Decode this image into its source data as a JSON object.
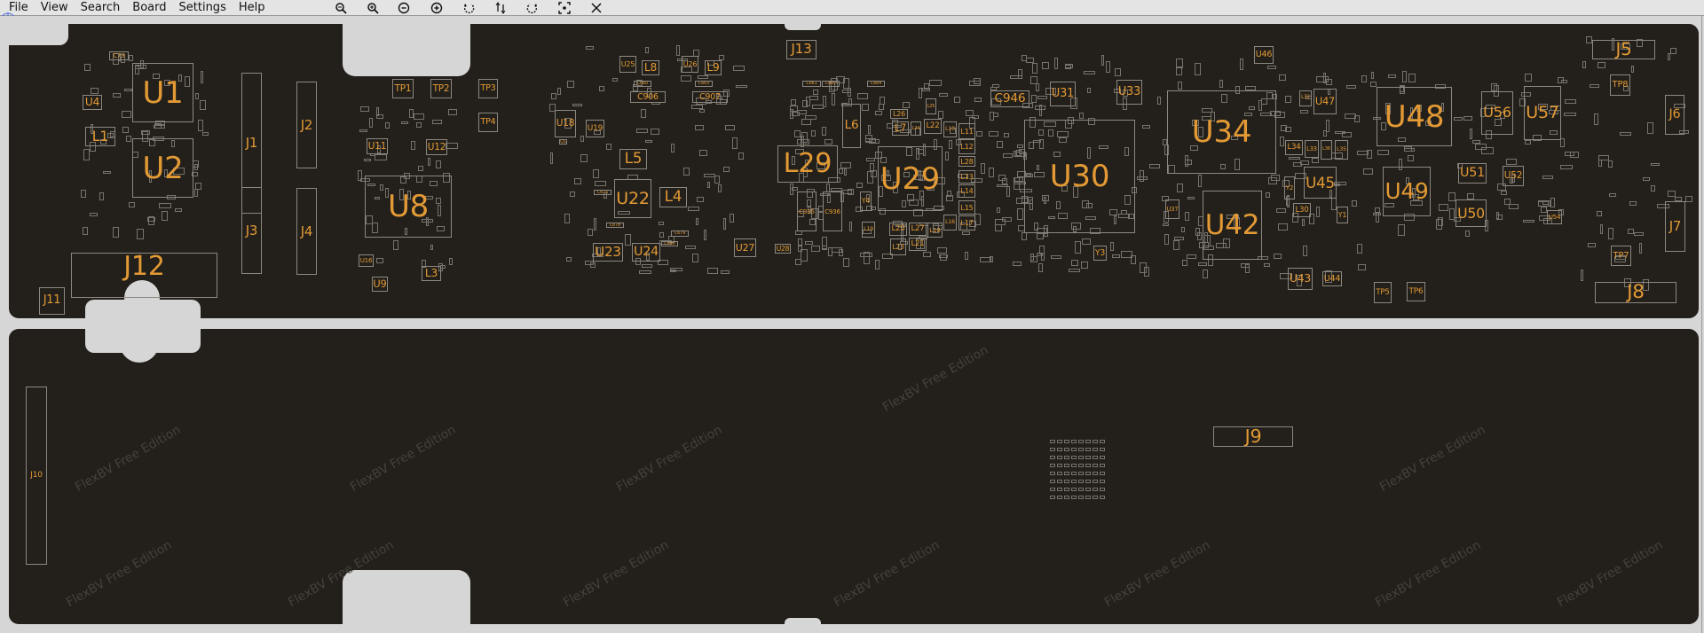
{
  "menu": [
    "File",
    "View",
    "Search",
    "Board",
    "Settings",
    "Help"
  ],
  "toolbar": [
    "zoom-out-icon",
    "zoom-in-icon",
    "zoom-minus-icon",
    "zoom-plus-icon",
    "rotate-ccw-icon",
    "flip-icon",
    "rotate-cw-icon",
    "fit-view-icon",
    "close-icon"
  ],
  "colors": {
    "board": "#23201b",
    "label": "#e39a35",
    "outline": "#8c8880",
    "background": "#d6d6d6"
  },
  "watermark": "FlexBV Free Edition",
  "components": [
    "U1",
    "U2",
    "L1",
    "U4",
    "C73",
    "J1",
    "J2",
    "J3",
    "J4",
    "J12",
    "J11",
    "TP1",
    "TP2",
    "TP3",
    "TP4",
    "U11",
    "U12",
    "U8",
    "U16",
    "U9",
    "L3",
    "J13",
    "U25",
    "L8",
    "C660",
    "C906",
    "U26",
    "L9",
    "C663",
    "C907",
    "U18",
    "U19",
    "Q1",
    "L5",
    "U22",
    "L4",
    "C675",
    "C678",
    "C679",
    "C680",
    "U23",
    "U24",
    "U27",
    "U28",
    "C661",
    "C662",
    "C664",
    "L29",
    "C935",
    "C936",
    "L6",
    "U29",
    "L26",
    "L7",
    "L24",
    "L22",
    "L25",
    "L10",
    "L11",
    "L12",
    "L28",
    "L13",
    "L14",
    "L15",
    "L16",
    "L17",
    "L19",
    "L20",
    "L27",
    "L18",
    "L23",
    "L21",
    "Y4",
    "C946",
    "U30",
    "U31",
    "U33",
    "U34",
    "U46",
    "L32",
    "U47",
    "L34",
    "L33",
    "L36",
    "L35",
    "U45",
    "Y2",
    "L30",
    "Y1",
    "U37",
    "U42",
    "Y3",
    "U43",
    "U44",
    "U48",
    "U56",
    "U57",
    "U49",
    "U51",
    "U52",
    "U50",
    "U54",
    "TP5",
    "TP6",
    "J5",
    "TP8",
    "J6",
    "J7",
    "TP7",
    "J8",
    "J10",
    "J9"
  ]
}
